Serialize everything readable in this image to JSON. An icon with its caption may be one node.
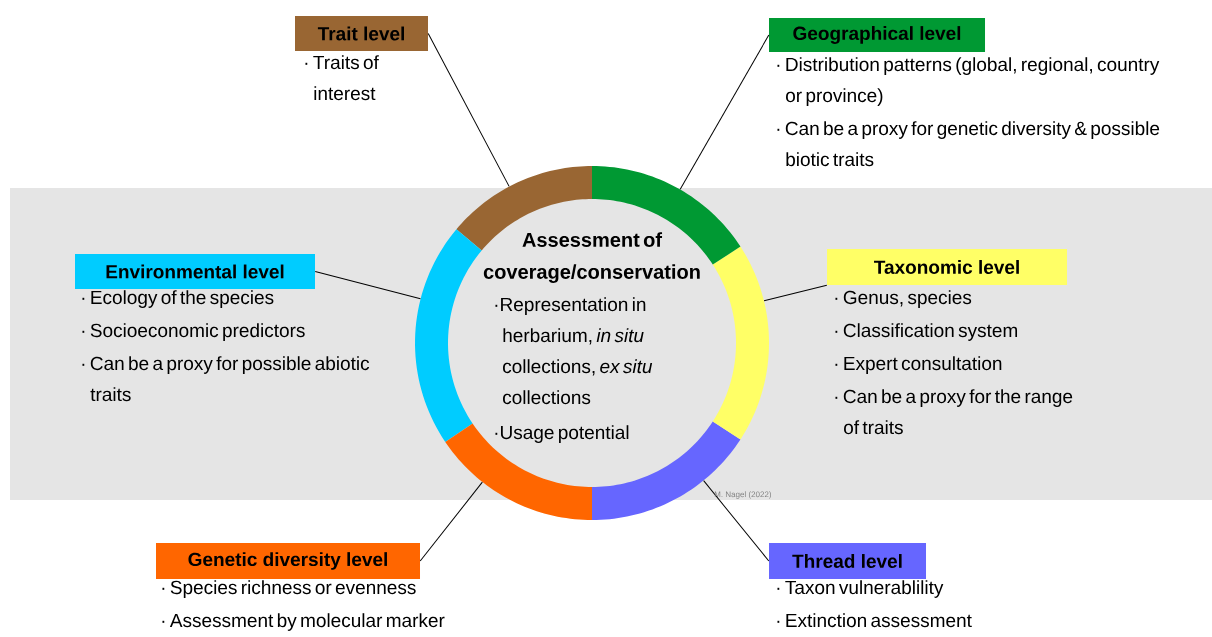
{
  "diagram": {
    "nodes": [
      {
        "text": [
          "Assessment of coverage/conservation",
          "·Representation in herbarium, *in situ* collections, *ex situ* collections",
          "·Usage potential"
        ]
      },
      {
        "text": [
          "Trait level",
          "· Traits of interest"
        ]
      },
      {
        "text": [
          "Geographical level",
          "· Distribution patterns (global, regional, country or province)",
          "· Can be a proxy for genetic diversity & possible biotic traits"
        ]
      },
      {
        "text": [
          "Environmental level",
          "· Ecology of the species",
          "· Socioeconomic predictors",
          "· Can be a proxy for possible abiotic traits"
        ]
      },
      {
        "text": [
          "Taxonomic level",
          "· Genus, species",
          "· Classification system",
          "· Expert consultation",
          "· Can be a proxy for the range of traits"
        ]
      },
      {
        "text": [
          "Genetic diversity level",
          "· Species richness or evenness",
          "· Assessment by molecular marker"
        ]
      },
      {
        "text": [
          "Thread level",
          "· Taxon vulnerablility",
          "· Extinction assessment"
        ]
      }
    ],
    "edges": [
      {
        "from": 1,
        "to": 0,
        "arrow": "none"
      },
      {
        "from": 2,
        "to": 0,
        "arrow": "none"
      },
      {
        "from": 3,
        "to": 0,
        "arrow": "none"
      },
      {
        "from": 4,
        "to": 0,
        "arrow": "none"
      },
      {
        "from": 5,
        "to": 0,
        "arrow": "none"
      },
      {
        "from": 6,
        "to": 0,
        "arrow": "none"
      }
    ],
    "labels": [
      "M. Nagel (2022)"
    ]
  }
}
